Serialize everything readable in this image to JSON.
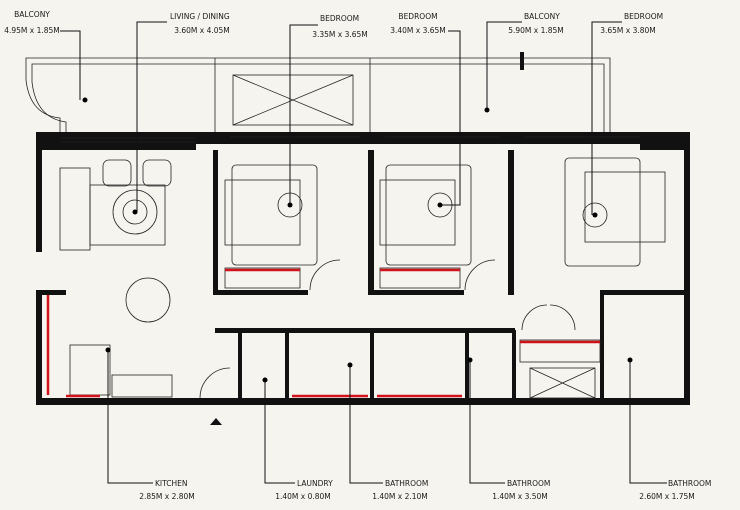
{
  "rooms_top": [
    {
      "name": "BALCONY",
      "size": "4.95M x 1.85M"
    },
    {
      "name": "LIVING / DINING",
      "size": "3.60M x 4.05M"
    },
    {
      "name": "BEDROOM",
      "size": "3.35M x 3.65M"
    },
    {
      "name": "BEDROOM",
      "size": "3.40M x 3.65M"
    },
    {
      "name": "BALCONY",
      "size": "5.90M x 1.85M"
    },
    {
      "name": "BEDROOM",
      "size": "3.65M x 3.80M"
    }
  ],
  "rooms_bottom": [
    {
      "name": "KITCHEN",
      "size": "2.85M x 2.80M"
    },
    {
      "name": "LAUNDRY",
      "size": "1.40M x 0.80M"
    },
    {
      "name": "BATHROOM",
      "size": "1.40M x 2.10M"
    },
    {
      "name": "BATHROOM",
      "size": "1.40M x 3.50M"
    },
    {
      "name": "BATHROOM",
      "size": "2.60M x 1.75M"
    }
  ],
  "colors": {
    "wall": "#111111",
    "accent": "#d1121b",
    "background": "#f6f4ef"
  }
}
